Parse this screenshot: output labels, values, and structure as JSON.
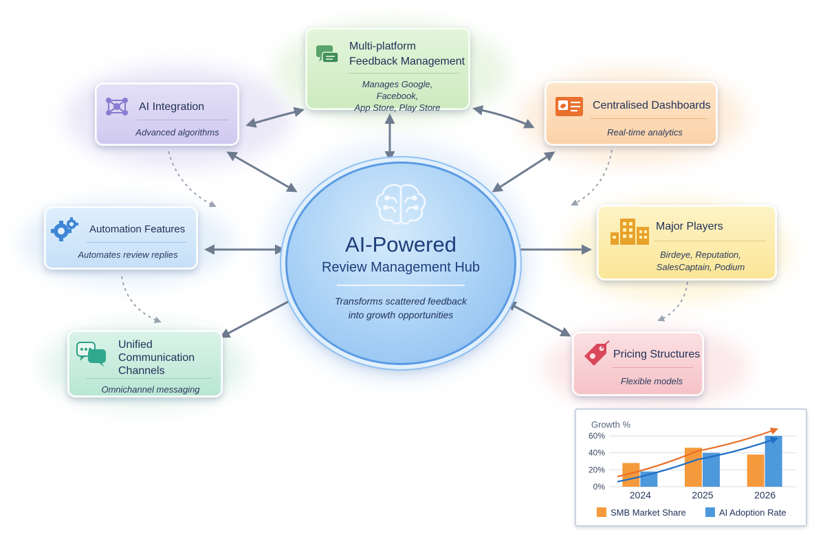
{
  "hub": {
    "title": "AI-Powered",
    "subtitle": "Review Management Hub",
    "description_line1": "Transforms scattered feedback",
    "description_line2": "into growth opportunities",
    "icon": "brain-circuit-icon"
  },
  "nodes": {
    "multi_platform": {
      "title_line1": "Multi-platform",
      "title_line2": "Feedback Management",
      "desc_line1": "Manages Google, Facebook,",
      "desc_line2": "App Store, Play Store",
      "icon": "chat-bubbles-icon",
      "color": "#d9f0cf"
    },
    "ai_integration": {
      "title": "AI Integration",
      "desc": "Advanced algorithms",
      "icon": "neural-network-icon",
      "color": "#ddd9f4"
    },
    "dashboards": {
      "title": "Centralised Dashboards",
      "desc": "Real-time analytics",
      "icon": "dashboard-icon",
      "color": "#fde0c2"
    },
    "automation": {
      "title": "Automation Features",
      "desc": "Automates review replies",
      "icon": "gears-icon",
      "color": "#d6e9fb"
    },
    "major_players": {
      "title": "Major Players",
      "desc_line1": "Birdeye, Reputation,",
      "desc_line2": "SalesCaptain, Podium",
      "icon": "buildings-icon",
      "color": "#fdf0b8"
    },
    "unified": {
      "title_line1": "Unified",
      "title_line2": "Communication",
      "title_line3": "Channels",
      "desc": "Omnichannel messaging",
      "icon": "speech-bubbles-icon",
      "color": "#d3f0e4"
    },
    "pricing": {
      "title": "Pricing Structures",
      "desc": "Flexible models",
      "icon": "price-tag-icon",
      "color": "#f9d6d9"
    }
  },
  "chart_data": {
    "type": "bar",
    "title": "Growth %",
    "categories": [
      "2024",
      "2025",
      "2026"
    ],
    "yticks": [
      "0%",
      "20%",
      "40%",
      "60%"
    ],
    "ylim": [
      0,
      60
    ],
    "series": [
      {
        "name": "SMB Market Share",
        "color": "#f59a3c",
        "values": [
          28,
          46,
          38
        ]
      },
      {
        "name": "AI Adoption Rate",
        "color": "#4e98dc",
        "values": [
          18,
          40,
          60
        ]
      }
    ],
    "trend_lines": [
      {
        "name": "SMB trend",
        "color": "#e8712a",
        "values": [
          12,
          42,
          68
        ]
      },
      {
        "name": "AI trend",
        "color": "#1f6ec4",
        "values": [
          6,
          32,
          57
        ]
      }
    ],
    "legend_position": "bottom"
  }
}
